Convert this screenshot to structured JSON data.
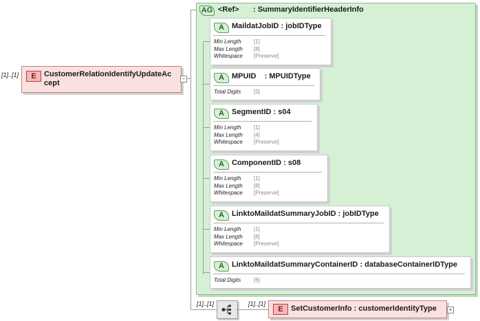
{
  "root": {
    "badge": "E",
    "multiplicity": "[1]..[1]",
    "name_line1": "CustomerRelationIdentifyUpdateAc",
    "name_line2": "cept",
    "expand_symbol": "−"
  },
  "group": {
    "badge": "AG",
    "ref_label": "<Ref>",
    "name": ": SummaryIdentifierHeaderInfo",
    "attributes": [
      {
        "badge": "A",
        "title": "MaildatJobID : jobIDType",
        "facets": [
          {
            "label": "Min Length",
            "value": "[1]"
          },
          {
            "label": "Max Length",
            "value": "[8]"
          },
          {
            "label": "Whitespace",
            "value": "[Preserve]"
          }
        ]
      },
      {
        "badge": "A",
        "title": "MPUID    : MPUIDType",
        "facets": [
          {
            "label": "Total Digits",
            "value": "[5]"
          }
        ]
      },
      {
        "badge": "A",
        "title": "SegmentID : s04",
        "facets": [
          {
            "label": "Min Length",
            "value": "[1]"
          },
          {
            "label": "Max Length",
            "value": "[4]"
          },
          {
            "label": "Whitespace",
            "value": "[Preserve]"
          }
        ]
      },
      {
        "badge": "A",
        "title": "ComponentID : s08",
        "facets": [
          {
            "label": "Min Length",
            "value": "[1]"
          },
          {
            "label": "Max Length",
            "value": "[8]"
          },
          {
            "label": "Whitespace",
            "value": "[Preserve]"
          }
        ]
      },
      {
        "badge": "A",
        "title": "LinktoMaildatSummaryJobID : jobIDType",
        "facets": [
          {
            "label": "Min Length",
            "value": "[1]"
          },
          {
            "label": "Max Length",
            "value": "[8]"
          },
          {
            "label": "Whitespace",
            "value": "[Preserve]"
          }
        ]
      },
      {
        "badge": "A",
        "title": "LinktoMaildatSummaryContainerID : databaseContainerIDType",
        "facets": [
          {
            "label": "Total Digits",
            "value": "[6]"
          }
        ]
      }
    ]
  },
  "sequence": {
    "multiplicity": "[1]..[1]"
  },
  "child": {
    "badge": "E",
    "multiplicity": "[1]..[1]",
    "name": "SetCustomerInfo : customerIdentityType",
    "expand_symbol": "+"
  },
  "colors": {
    "group_fill": "#d6f0d6",
    "element_fill": "#fbe0e0",
    "element_badge": "#f5b8b8"
  }
}
